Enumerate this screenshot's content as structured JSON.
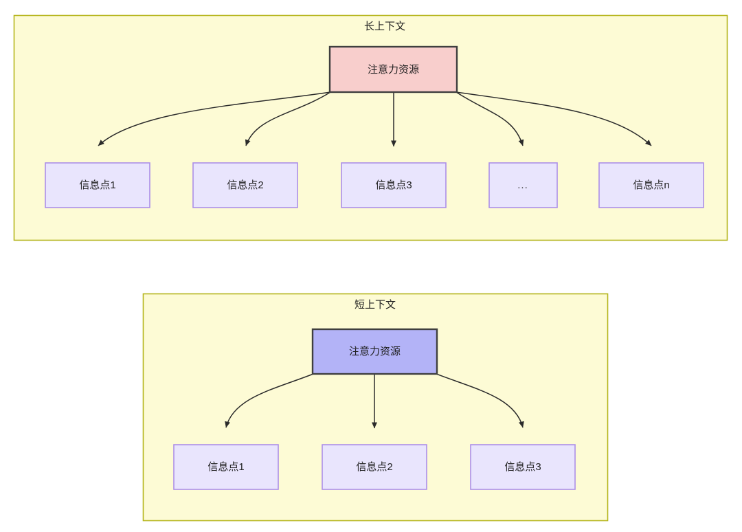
{
  "diagram": {
    "type": "flow-diagram",
    "background": "#ffffff",
    "colors": {
      "panel_fill": "#fdfbd5",
      "panel_stroke": "#b5b51c",
      "source_long_fill": "#f8cecc",
      "source_short_fill": "#b3b3f7",
      "source_stroke": "#3f3f3f",
      "leaf_fill": "#e9e5fd",
      "leaf_stroke": "#ac8ee8",
      "edge_stroke": "#2b2b2b",
      "text": "#1f1f1f"
    },
    "panels": [
      {
        "id": "long-context",
        "title": "长上下文",
        "source": {
          "label": "注意力资源"
        },
        "leaves": [
          {
            "label": "信息点1"
          },
          {
            "label": "信息点2"
          },
          {
            "label": "信息点3"
          },
          {
            "label": "..."
          },
          {
            "label": "信息点n"
          }
        ]
      },
      {
        "id": "short-context",
        "title": "短上下文",
        "source": {
          "label": "注意力资源"
        },
        "leaves": [
          {
            "label": "信息点1"
          },
          {
            "label": "信息点2"
          },
          {
            "label": "信息点3"
          }
        ]
      }
    ]
  }
}
